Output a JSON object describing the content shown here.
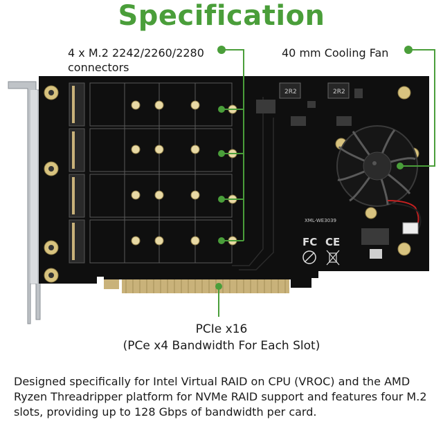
{
  "page": {
    "title": "Specification",
    "callouts": {
      "connectors": "4 x M.2 2242/2260/2280 connectors",
      "fan": "40 mm Cooling Fan",
      "pcie_line1": "PCIe x16",
      "pcie_line2": "(PCe x4 Bandwidth For Each Slot)"
    },
    "description": "Designed specifically for Intel Virtual RAID on CPU (VROC) and the AMD Ryzen Threadripper platform for NVMe RAID support and features four M.2 slots, providing up to 128 Gbps of bandwidth per card.",
    "board_markings": {
      "model": "XML-WE3039",
      "fc": "FC",
      "ce": "CE",
      "inductor_1": "2R2",
      "inductor_2": "2R2"
    }
  },
  "colors": {
    "accent_green": "#4a9e3a",
    "pcb": "#0f0f0f",
    "gold": "#c9b27a"
  },
  "icons": {
    "callout_dot": "green-dot-icon",
    "fc_mark": "fc-logo-icon",
    "ce_mark": "ce-logo-icon",
    "pb_free": "pb-free-icon",
    "weee": "weee-bin-icon"
  }
}
